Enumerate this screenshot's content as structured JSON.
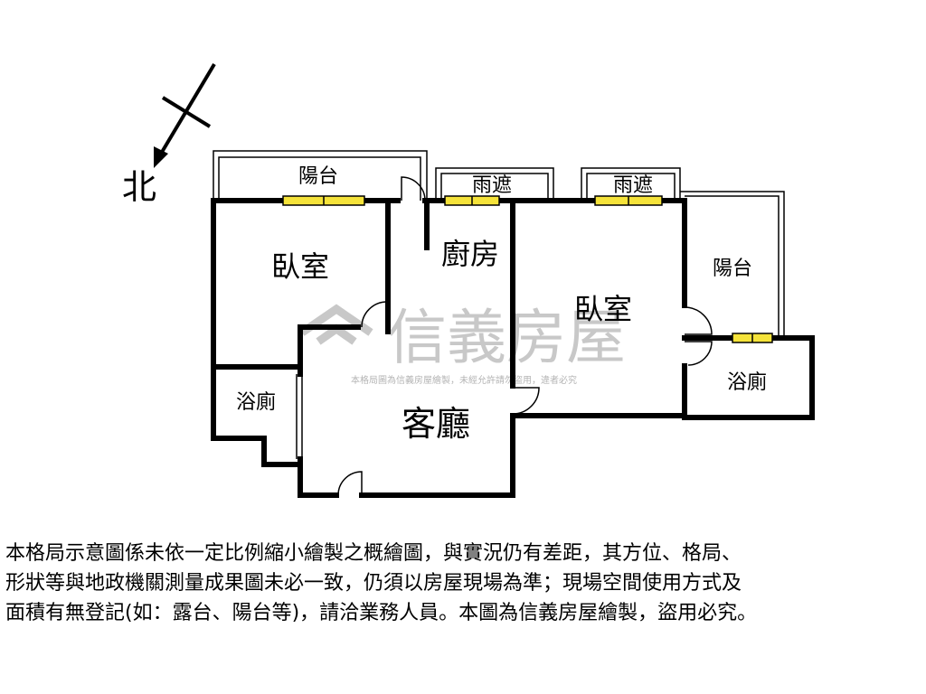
{
  "compass": {
    "north_label": "北"
  },
  "rooms": {
    "balcony_top": "陽台",
    "awning_1": "雨遮",
    "awning_2": "雨遮",
    "bedroom_1": "臥室",
    "kitchen": "廚房",
    "bedroom_2": "臥室",
    "balcony_right": "陽台",
    "bathroom_1": "浴廁",
    "living_room": "客廳",
    "bathroom_2": "浴廁"
  },
  "watermark": {
    "brand": "信義房屋",
    "notice": "本格局圖為信義房屋繪製，未經允許請勿盜用，違者必究"
  },
  "disclaimer": {
    "lines": [
      "本格局示意圖係未依一定比例縮小繪製之概繪圖，與實況仍有差距，其方位、格局、",
      "形狀等與地政機關測量成果圖未必一致，仍須以房屋現場為準；現場空間使用方式及",
      "面積有無登記(如：露台、陽台等)，請洽業務人員。本圖為信義房屋繪製，盜用必究。"
    ]
  },
  "colors": {
    "wall": "#000000",
    "window_fill": "#f5e33a",
    "watermark": "#c8c8c8"
  }
}
